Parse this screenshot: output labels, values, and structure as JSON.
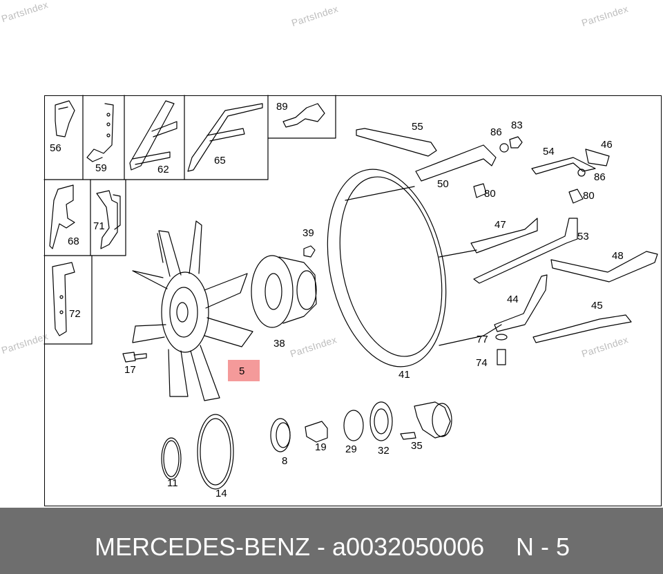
{
  "watermark": "PartsIndex",
  "footer": {
    "brand_part": "MERCEDES-BENZ - a0032050006",
    "ref": "N - 5"
  },
  "highlight": {
    "label": "5",
    "color": "#f49a9a"
  },
  "parts": [
    "56",
    "59",
    "62",
    "65",
    "89",
    "55",
    "86",
    "83",
    "54",
    "46",
    "50",
    "80",
    "86",
    "80",
    "68",
    "71",
    "39",
    "47",
    "53",
    "48",
    "72",
    "44",
    "45",
    "38",
    "77",
    "74",
    "17",
    "41",
    "19",
    "29",
    "32",
    "35",
    "8",
    "11",
    "14"
  ]
}
